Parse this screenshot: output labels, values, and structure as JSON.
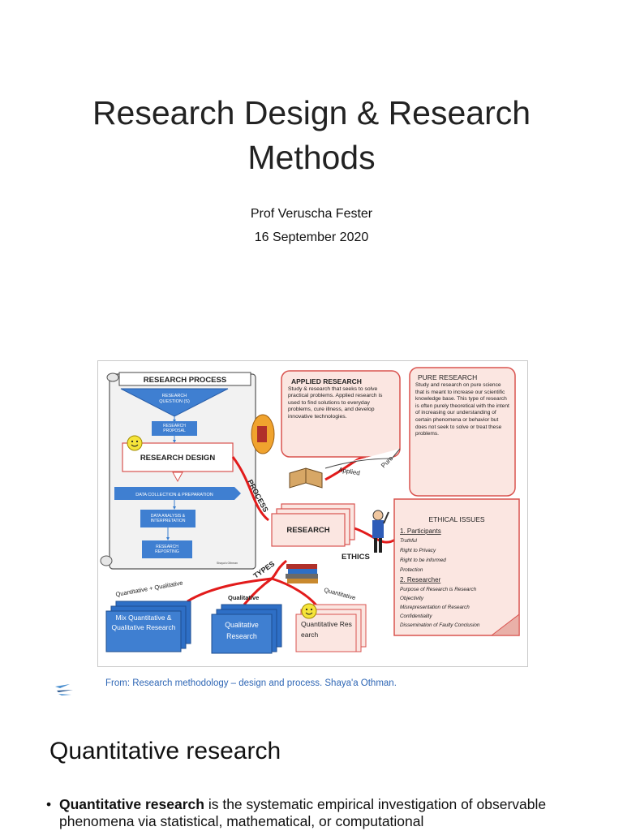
{
  "slide1": {
    "title": "Research Design & Research Methods",
    "author": "Prof Veruscha Fester",
    "date": "16 September 2020"
  },
  "diagram": {
    "process_title": "RESEARCH PROCESS",
    "steps": [
      "RESEARCH QUESTION (S)",
      "RESEARCH PROPOSAL",
      "RESEARCH DESIGN",
      "DATA COLLECTION & PREPARATION",
      "DATA ANALYSIS & INTERPRETATION",
      "RESEARCH REPORTING"
    ],
    "signature": "Shaya'a Othman",
    "applied_title": "APPLIED RESEARCH",
    "applied_text": "Study & research that seeks to solve practical problems. Applied research is used to find solutions to everyday problems, cure illness, and develop innovative technologies.",
    "pure_title": "PURE RESEARCH",
    "pure_text": "Study and research on pure science that is meant to increase our scientific knowledge base. This type of research is often purely theoretical with the intent of increasing our understanding of certain phenomena or behavior but does not seek to solve or treat these problems.",
    "center": "RESEARCH",
    "labels": {
      "process": "PROCESS",
      "types": "TYPES",
      "ethics": "ETHICS",
      "applied": "Applied",
      "pure": "Pure",
      "mixed_branch": "Quantitative + Qualitative",
      "qual_branch": "Qualitative",
      "quant_branch": "Quantitative"
    },
    "ethics_title": "ETHICAL ISSUES",
    "ethics_participants": "1. Participants",
    "participant_items": [
      "Truthful",
      "Right to Privacy",
      "Right to be informed",
      "Protection"
    ],
    "ethics_researcher": "2. Researcher",
    "researcher_items": [
      "Purpose of Research is Research",
      "Objectivity",
      "Misrepresentation of Research",
      "Confidentiality",
      "Dissemination of Faulty Conclusion"
    ],
    "box_mixed": "Mix Quantitative & Qualitative Research",
    "box_qual": "Qualitative Research",
    "box_quant": "Quantitative Research"
  },
  "caption": "From: Research methodology – design and process. Shaya'a Othman.",
  "slide2": {
    "title": "Quantitative research",
    "bullet_bold": "Quantitative research",
    "bullet_rest": " is the systematic empirical investigation of observable phenomena  via statistical, mathematical, or computational"
  }
}
